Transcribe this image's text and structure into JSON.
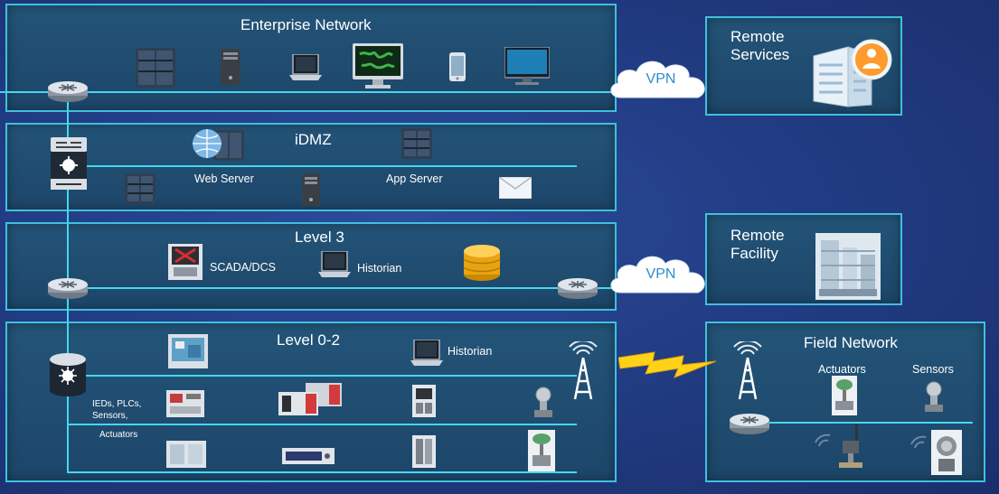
{
  "zones": {
    "enterprise": {
      "title": "Enterprise Network"
    },
    "idmz": {
      "title": "iDMZ",
      "web_server": "Web Server",
      "app_server": "App Server"
    },
    "level3": {
      "title": "Level 3",
      "scada": "SCADA/DCS",
      "historian": "Historian"
    },
    "level02": {
      "title": "Level 0-2",
      "historian": "Historian",
      "ieds_label": "IEDs, PLCs,\nSensors,",
      "actuators_label": "Actuators"
    },
    "remote_services": {
      "title": "Remote\nServices"
    },
    "remote_facility": {
      "title": "Remote\nFacility"
    },
    "field": {
      "title": "Field Network",
      "actuators": "Actuators",
      "sensors": "Sensors"
    }
  },
  "vpn": {
    "top": "VPN",
    "bottom": "VPN"
  },
  "colors": {
    "line": "#46d6f0",
    "border": "#3ec0e0",
    "bolt": "#ffd21a",
    "cloud_text": "#2a8fc9"
  }
}
